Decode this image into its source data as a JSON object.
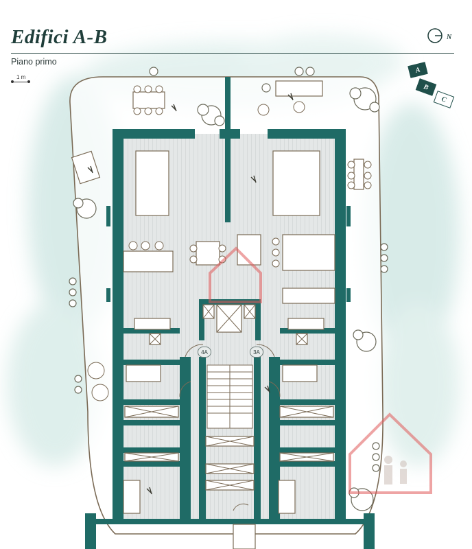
{
  "header": {
    "title": "Edifici A-B",
    "subtitle": "Piano primo"
  },
  "scale": {
    "label": "1 m"
  },
  "compass": {
    "label": "N"
  },
  "building_key": [
    {
      "label": "A",
      "highlighted": false
    },
    {
      "label": "B",
      "highlighted": false
    },
    {
      "label": "C",
      "highlighted": true
    }
  ],
  "units": [
    {
      "label": "4A"
    },
    {
      "label": "3A"
    }
  ],
  "colors": {
    "wall": "#1f6b66",
    "title": "#1f3e3a",
    "floor": "#e6e8e8",
    "watercolor": "#b9dcd7",
    "watermark": "#e05a5a"
  },
  "icons": [
    "compass-icon",
    "watermark-house-icon",
    "tree-icon",
    "sofa-icon",
    "dining-table-icon",
    "bed-icon",
    "stair-icon",
    "elevator-icon"
  ]
}
